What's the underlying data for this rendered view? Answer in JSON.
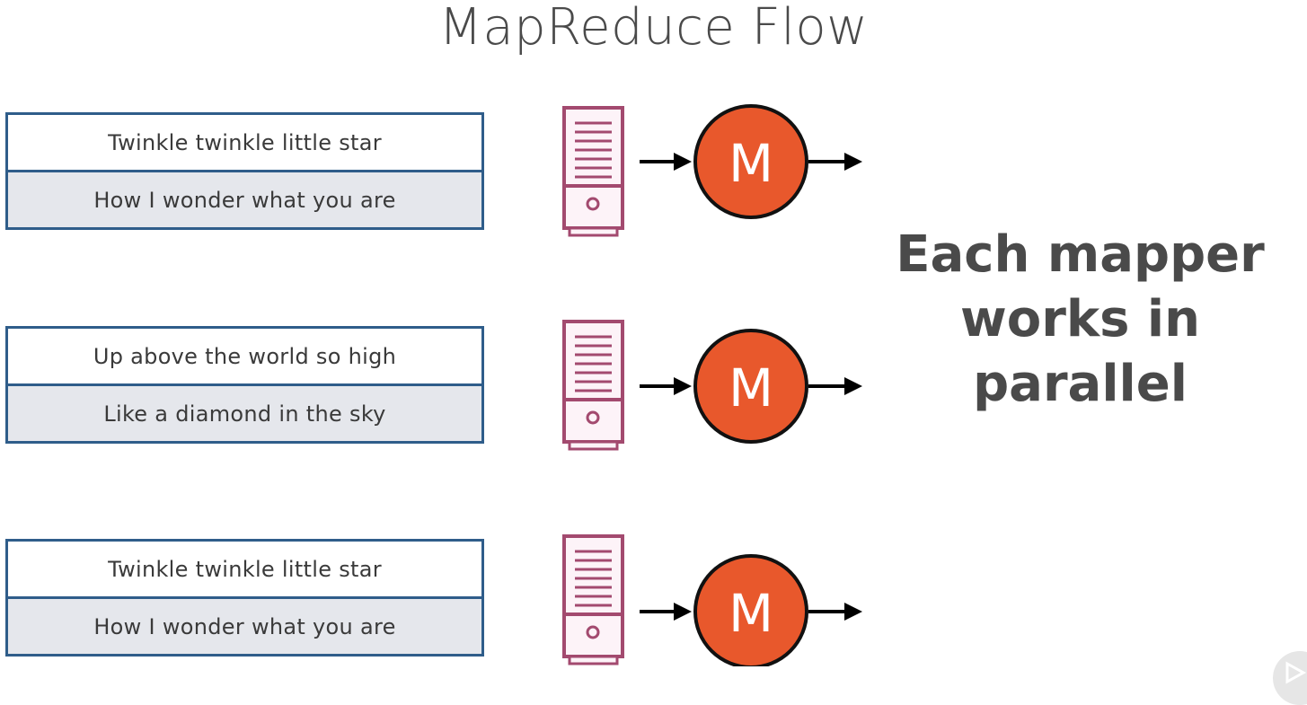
{
  "title": "MapReduce Flow",
  "splits": [
    {
      "line1": "Twinkle twinkle little star",
      "line2": "How I wonder what you are"
    },
    {
      "line1": "Up above the world so high",
      "line2": "Like a diamond in the sky"
    },
    {
      "line1": "Twinkle twinkle little star",
      "line2": "How I wonder what you are"
    }
  ],
  "mapper_label": "M",
  "caption": {
    "line1": "Each mapper",
    "line2": "works in parallel"
  },
  "colors": {
    "split_border": "#2f5d8a",
    "split_alt_row": "#e5e7ec",
    "server": "#a34a6f",
    "mapper_fill": "#e8582c",
    "arrow": "#000000"
  },
  "icons": [
    "server-icon",
    "mapper-node-icon",
    "arrow-icon",
    "play-icon"
  ]
}
